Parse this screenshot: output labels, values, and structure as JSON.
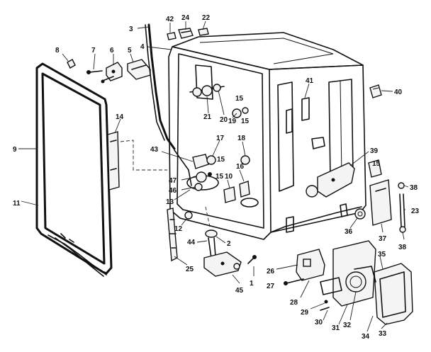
{
  "callouts": [
    "1",
    "2",
    "3",
    "4",
    "5",
    "6",
    "7",
    "8",
    "9",
    "10",
    "11",
    "12",
    "13",
    "14",
    "15",
    "15",
    "15",
    "15",
    "15",
    "16",
    "17",
    "18",
    "19",
    "20",
    "21",
    "22",
    "23",
    "24",
    "25",
    "26",
    "27",
    "28",
    "29",
    "30",
    "31",
    "32",
    "33",
    "34",
    "35",
    "36",
    "37",
    "38",
    "38",
    "39",
    "40",
    "41",
    "42",
    "43",
    "44",
    "45",
    "46",
    "47"
  ]
}
